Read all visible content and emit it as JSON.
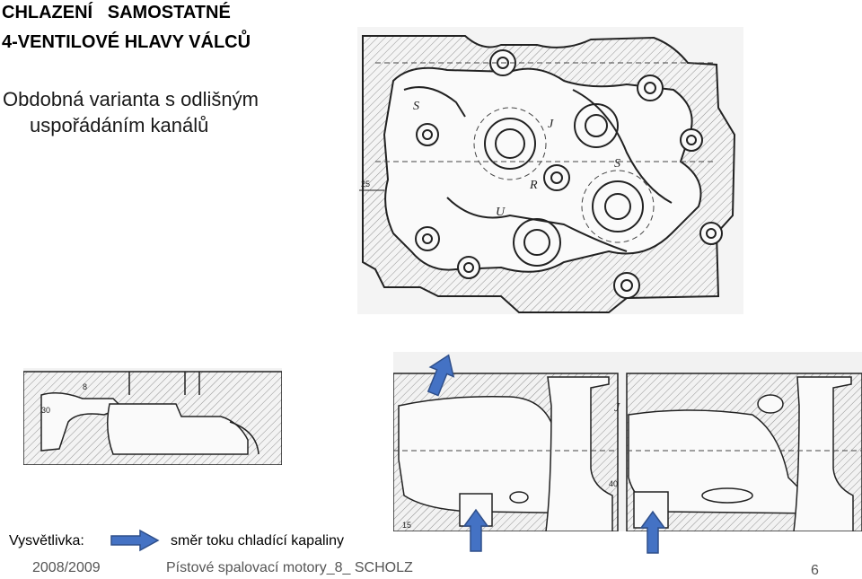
{
  "slide": {
    "title_line1": "CHLAZENÍ   SAMOSTATNÉ",
    "title_line2": "4-VENTILOVÉ HLAVY VÁLCŮ",
    "subtitle_line1": "Obdobná varianta s odlišným",
    "subtitle_line2": "uspořádáním kanálů"
  },
  "drawing_labels": {
    "s_left": "S",
    "s_right": "S",
    "r": "R",
    "u": "U",
    "j_top": "J",
    "j_right": "J",
    "dim_25": "25",
    "dim_15": "15",
    "dim_40": "40",
    "dim_8": "8",
    "dim_30": "30"
  },
  "legend": {
    "label": "Vysvětlivka:",
    "arrow_text": "směr toku chladící kapaliny",
    "arrow_color": "#4472c4"
  },
  "footer": {
    "year": "2008/2009",
    "course": "Pístové spalovací motory_8_ SCHOLZ",
    "page": "6"
  }
}
